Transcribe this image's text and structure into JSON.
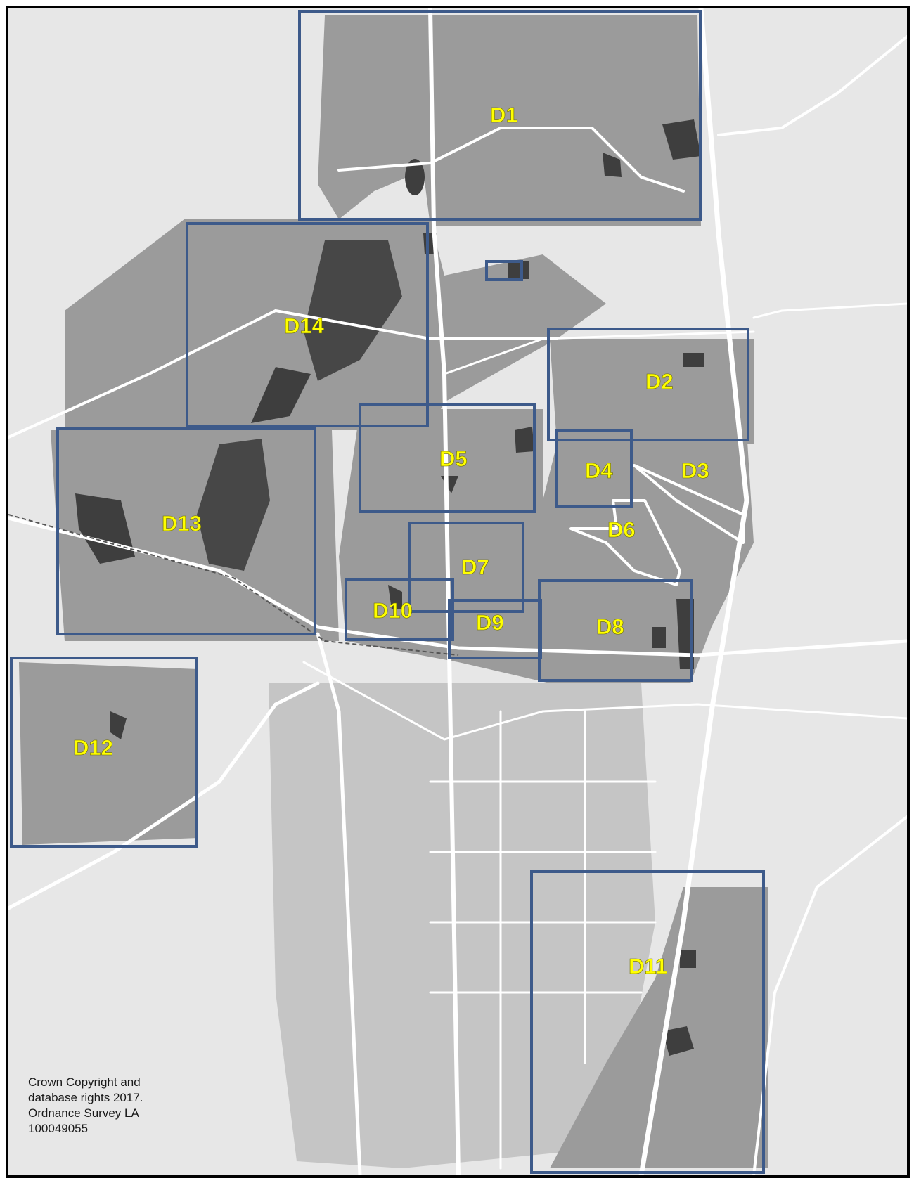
{
  "map": {
    "colors": {
      "background": "#e7e7e7",
      "frame": "#000000",
      "zone_outline": "#3d5a8a",
      "zone_label": "#ffff00",
      "highlight_outline": "#ffffff",
      "built_up": "#8d8d8d",
      "dark_fill": "#3e3e3e",
      "road": "#ffffff"
    },
    "zones": [
      {
        "id": "D1",
        "label": "D1"
      },
      {
        "id": "D2",
        "label": "D2"
      },
      {
        "id": "D3",
        "label": "D3"
      },
      {
        "id": "D4",
        "label": "D4"
      },
      {
        "id": "D5",
        "label": "D5"
      },
      {
        "id": "D6",
        "label": "D6"
      },
      {
        "id": "D7",
        "label": "D7"
      },
      {
        "id": "D8",
        "label": "D8"
      },
      {
        "id": "D9",
        "label": "D9"
      },
      {
        "id": "D10",
        "label": "D10"
      },
      {
        "id": "D11",
        "label": "D11"
      },
      {
        "id": "D12",
        "label": "D12"
      },
      {
        "id": "D13",
        "label": "D13"
      },
      {
        "id": "D14",
        "label": "D14"
      }
    ]
  },
  "copyright": {
    "line1": "Crown Copyright and",
    "line2": "database rights 2017.",
    "line3": "Ordnance Survey LA",
    "line4": "100049055"
  }
}
